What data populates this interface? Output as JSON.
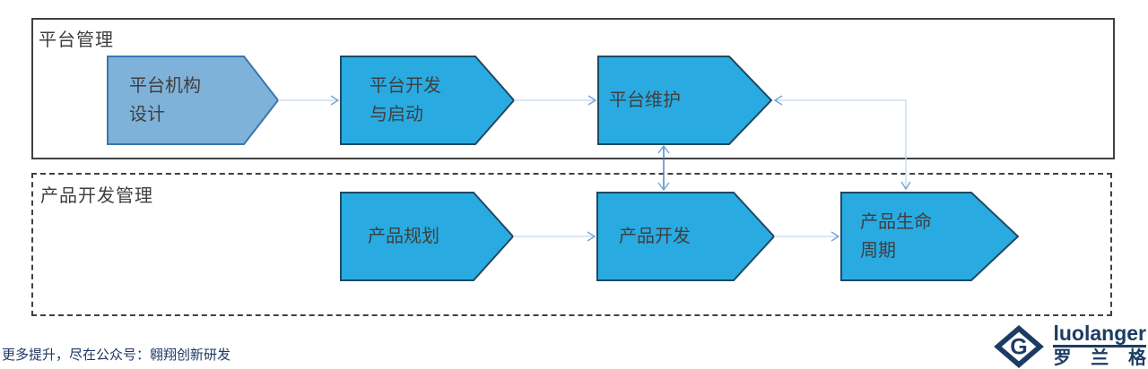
{
  "sections": {
    "platform": {
      "title": "平台管理"
    },
    "product": {
      "title": "产品开发管理"
    }
  },
  "shapes": {
    "s1": {
      "label": "平台机构\n设计"
    },
    "s2": {
      "label": "平台开发\n与启动"
    },
    "s3": {
      "label": "平台维护"
    },
    "s4": {
      "label": "产品规划"
    },
    "s5": {
      "label": "产品开发"
    },
    "s6": {
      "label": "产品生命\n周期"
    }
  },
  "colors": {
    "cyan_fill": "#29abe2",
    "cyan_border": "#1e4962",
    "steel_fill": "#7fb2d9",
    "steel_border": "#3a76b0",
    "connector_line": "#c3d8ec",
    "arrowhead": "#76a4d8",
    "vconnector_line": "#3f7fba",
    "section_border": "#404040",
    "label_text": "#3f3f3f",
    "footer_text": "#1f3864",
    "logo_color": "#1d3c64"
  },
  "footer": {
    "note": "更多提升，尽在公众号：翱翔创新研发"
  },
  "logo": {
    "name": "luolanger",
    "cjk": "罗兰格",
    "monogram": "G"
  }
}
